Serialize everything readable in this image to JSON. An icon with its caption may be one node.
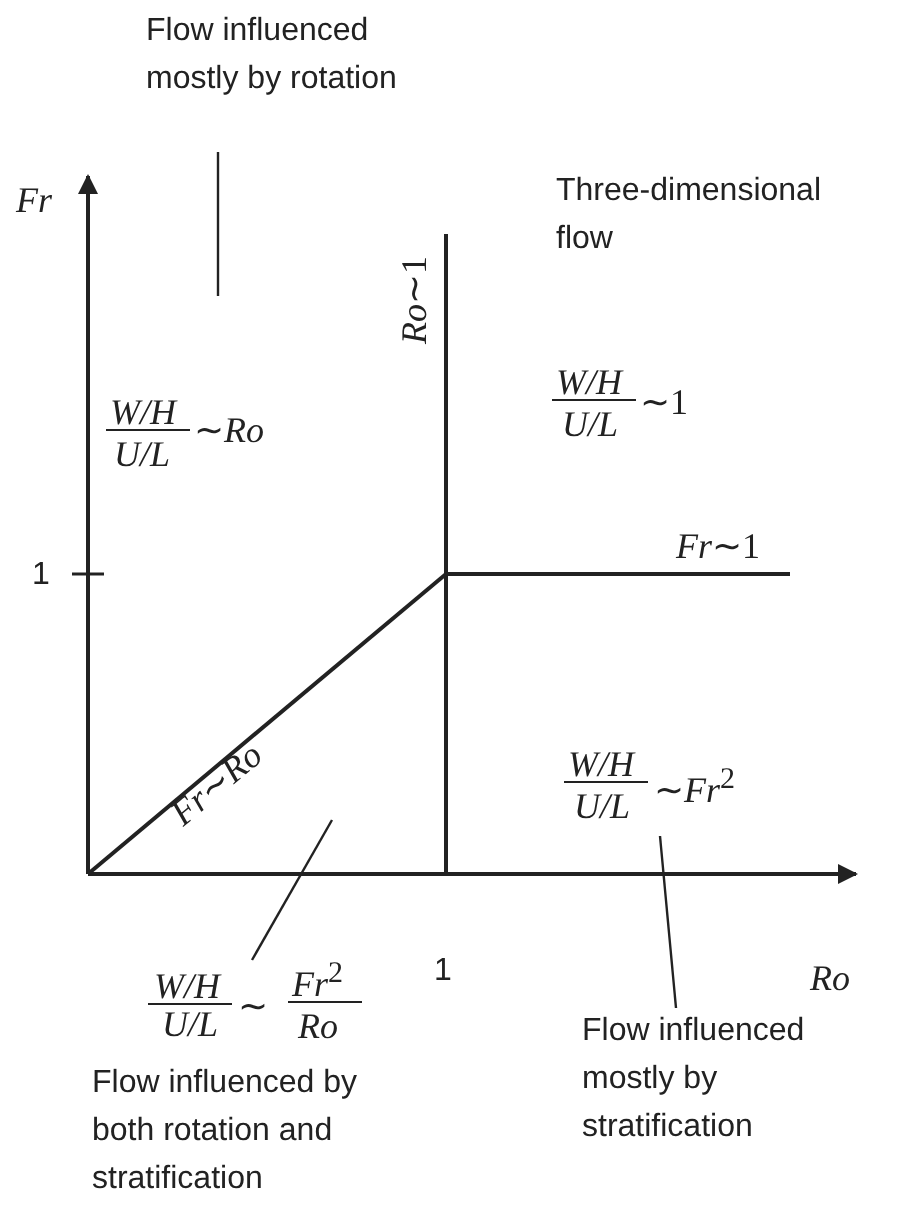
{
  "diagram": {
    "nodes": [
      {
        "text": [
          "Flow influenced mostly by rotation"
        ]
      },
      {
        "text": [
          "W/H",
          "U/L",
          "∼",
          "*Fr*$^{2}$",
          "Ro"
        ]
      },
      {
        "text": [
          "Flow influenced mostly by stratification"
        ]
      }
    ],
    "edges": [
      {
        "from": 0,
        "to": null,
        "arrow": "none"
      },
      {
        "from": 1,
        "to": null,
        "arrow": "none"
      },
      {
        "from": 2,
        "to": null,
        "arrow": "none"
      }
    ],
    "labels": [
      "Fr",
      "Three-dimensional flow",
      "*Ro*∼1",
      "W/H",
      "U/L",
      "∼*Ro*",
      "W/H",
      "U/L",
      "∼1",
      "*Fr*∼1",
      "1",
      "*Fr*∼*Ro*",
      "W/H",
      "U/L",
      "∼*Fr*$^{2}$",
      "1",
      "*Ro*",
      "Flow influenced by both rotation and stratification"
    ]
  }
}
